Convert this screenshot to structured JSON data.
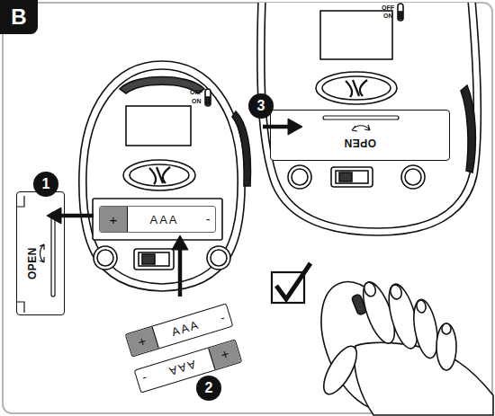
{
  "diagram": {
    "nodes": [
      {
        "text": [
          "B"
        ]
      },
      {
        "text": [
          "3"
        ]
      },
      {
        "text": [
          "OPEN"
        ]
      },
      {
        "text": [
          "+",
          "AAA",
          "-"
        ]
      },
      {
        "text": [
          "1"
        ]
      },
      {
        "text": [
          "OPEN"
        ]
      },
      {
        "text": [
          "+",
          "AAA",
          "-"
        ]
      },
      {
        "text": [
          "+",
          "AAA",
          "-"
        ]
      },
      {
        "text": [
          "2"
        ]
      }
    ],
    "labels": [
      "OFF",
      "ON",
      "OFF",
      "ON"
    ]
  }
}
